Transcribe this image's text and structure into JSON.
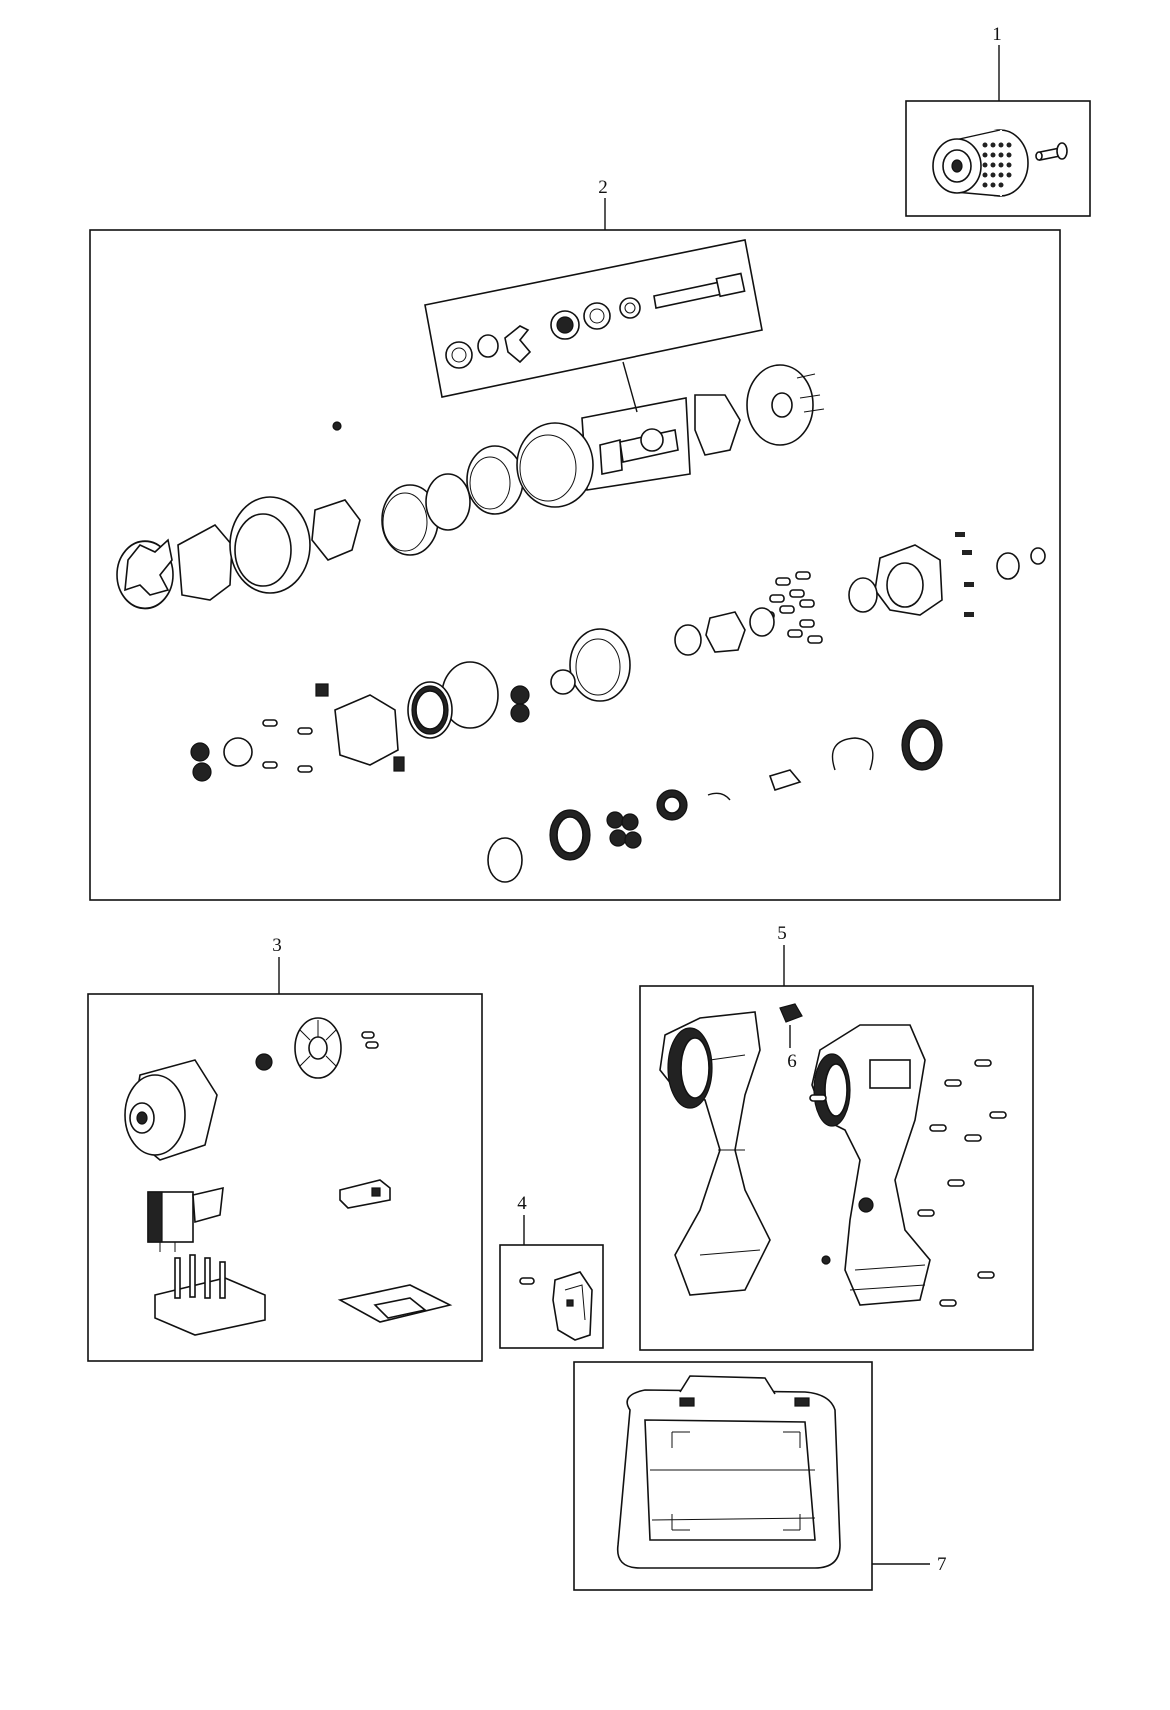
{
  "callouts": [
    "1",
    "2",
    "3",
    "4",
    "5",
    "6",
    "7"
  ],
  "icons": {
    "group1": "keyless-chuck-and-screw",
    "group2": "gearbox-exploded-assembly",
    "group3": "motor-switch-and-electronics",
    "group4": "belt-clip-and-screw",
    "group5": "housing-shells-and-screws",
    "group6": "led-light",
    "group7": "carrying-case"
  }
}
